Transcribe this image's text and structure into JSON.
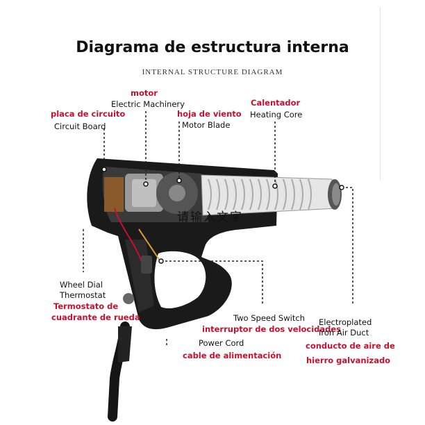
{
  "title": "Diagrama de estructura interna",
  "subtitle": "INTERNAL STRUCTURE DIAGRAM",
  "watermark": "请输入文字",
  "labels": {
    "motor_es": "motor",
    "motor_en": "Electric Machinery",
    "circuit_es": "placa de circuito",
    "circuit_en": "Circuit Board",
    "blade_es": "hoja de viento",
    "blade_en": "Motor Blade",
    "heater_es": "Calentador",
    "heater_en": "Heating Core",
    "dial_en_1": "Wheel Dial",
    "dial_en_2": "Thermostat",
    "dial_es_1": "Termostato de",
    "dial_es_2": "cuadrante de rueda",
    "switch_en": "Two Speed Switch",
    "switch_es": "interruptor de dos velocidades",
    "cord_en": "Power Cord",
    "cord_es": "cable de alimentación",
    "duct_en_1": "Electroplated",
    "duct_en_2": "Iron Air Duct",
    "duct_es_1": "conducto de aire de",
    "duct_es_2": "hierro galvanizado"
  },
  "colors": {
    "label_red": "#c8102e",
    "body_black": "#1a1a1a",
    "leader": "#222222"
  }
}
